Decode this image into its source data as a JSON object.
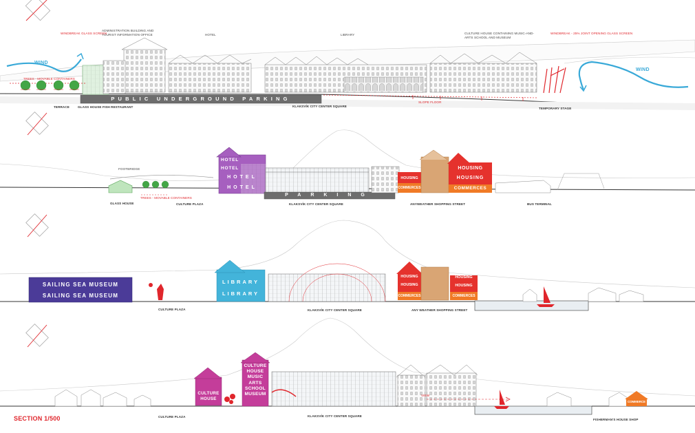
{
  "title": "SECTION 1/500",
  "colors": {
    "red": "#e0262c",
    "wind_blue": "#39a9d8",
    "hotel_purple": "#a65fbf",
    "museum_indigo": "#4b3b98",
    "library_cyan": "#43b4da",
    "culture_magenta": "#c43d9a",
    "housing_red": "#e5322d",
    "commerce_orange": "#f07a26",
    "timber_tan": "#d9a574",
    "parking_grey": "#6d6d6d",
    "glass_green": "#8ed08c"
  },
  "sections": {
    "s1": {
      "top_labels": {
        "admin": "Administration building and tourist information office",
        "hotel": "Hotel",
        "library": "Library",
        "culture": "Culture house containing music-and-arts school and museum"
      },
      "red_labels": {
        "windbreak_left": "Windbreak glass screen",
        "windbreak_right": "Windbreak - 25% joint opening glass screen",
        "trees": "Trees - movable containers",
        "slope": "Slope floor"
      },
      "wind_left": "WIND",
      "wind_right": "WIND",
      "parking": "PUBLIC UNDERGROUND PARKING",
      "bottom_labels": {
        "terrace": "Terrace",
        "restaurant": "Glass house fish restaurant",
        "square": "Klaksvík city center square",
        "stage": "Temporary stage"
      }
    },
    "s2": {
      "footbridge": "Footbridge",
      "trees": "Trees - movable containers",
      "hotel_bands": [
        "HOTEL",
        "HOTEL",
        "HOTEL",
        "HOTEL"
      ],
      "parking": "PARKING",
      "housing_small": "HOUSING",
      "commerce_small": "COMMERCES",
      "housing_large": [
        "HOUSING",
        "HOUSING"
      ],
      "commerce_large": "COMMERCES",
      "bottom_labels": {
        "glass_house": "Glass house",
        "plaza": "Culture plaza",
        "square": "Klaksvík city center square",
        "street": "Anyweather shopping street",
        "bus": "Bus terminal"
      }
    },
    "s3": {
      "museum_bands": [
        "SAILING SEA MUSEUM",
        "SAILING SEA MUSEUM"
      ],
      "library_bands": [
        "LIBRARY",
        "LIBRARY"
      ],
      "housing_left": [
        "HOUSING",
        "HOUSING"
      ],
      "commerce_left": "COMMERCES",
      "housing_right": [
        "HOUSING",
        "HOUSING"
      ],
      "commerce_right": "COMMERCES",
      "bottom_labels": {
        "plaza": "Culture plaza",
        "square": "Klaksvík city center square",
        "street": "Any weather shopping street"
      }
    },
    "s4": {
      "culture_small": "CULTURE HOUSE",
      "culture_tower": "CULTURE HOUSE MUSIC ARTS SCHOOL MUSEUM",
      "view": "VIEW",
      "fishshop": "COMMERCE",
      "bottom_labels": {
        "plaza": "Culture plaza",
        "square": "Klaksvík city center square",
        "shop": "Fisherman's house shop"
      }
    }
  }
}
